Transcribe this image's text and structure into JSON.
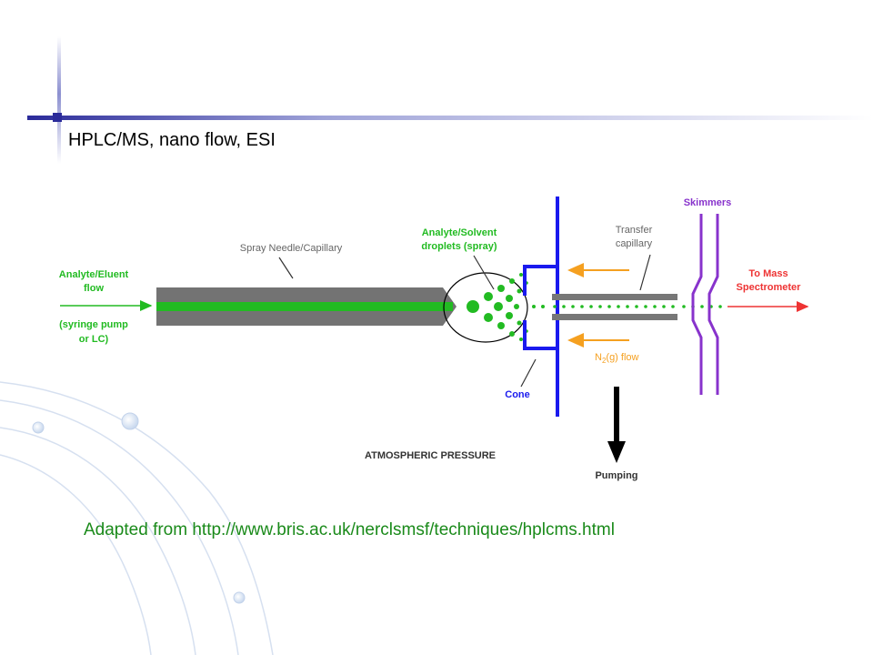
{
  "slide": {
    "title": "HPLC/MS, nano flow,  ESI",
    "caption": "Adapted from http://www.bris.ac.uk/nerclsmsf/techniques/hplcms.html"
  },
  "colors": {
    "accent_blue": "#2b2b9a",
    "needle_gray": "#737373",
    "green_flow": "#22bb22",
    "cone_blue": "#1a1aee",
    "skimmer_purple": "#8833cc",
    "orange_arrow": "#f5a020",
    "red_arrow": "#ee3333",
    "caption_green": "#1a8a1a"
  },
  "diagram": {
    "labels": {
      "eluent_line1": "Analyte/Eluent",
      "eluent_line2": "flow",
      "syringe_line1": "(syringe pump",
      "syringe_line2": "or LC)",
      "needle": "Spray Needle/Capillary",
      "droplets_line1": "Analyte/Solvent",
      "droplets_line2": "droplets (spray)",
      "transfer_line1": "Transfer",
      "transfer_line2": "capillary",
      "skimmers": "Skimmers",
      "mass_line1": "To Mass",
      "mass_line2": "Spectrometer",
      "n2_prefix": "N",
      "n2_sub": "2",
      "n2_suffix": "(g) flow",
      "cone": "Cone",
      "atmospheric": "ATMOSPHERIC PRESSURE",
      "pumping": "Pumping"
    }
  }
}
